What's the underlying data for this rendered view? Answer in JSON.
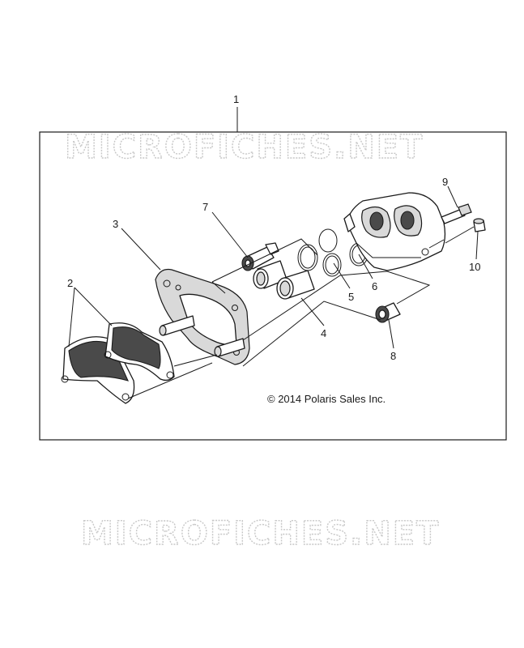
{
  "diagram": {
    "watermark_top": "MICROFICHES.NET",
    "watermark_bottom": "MICROFICHES.NET",
    "copyright": "© 2014 Polaris Sales Inc.",
    "callouts": {
      "c1": "1",
      "c2": "2",
      "c3": "3",
      "c4": "4",
      "c5": "5",
      "c6": "6",
      "c7": "7",
      "c8": "8",
      "c9": "9",
      "c10": "10"
    }
  }
}
